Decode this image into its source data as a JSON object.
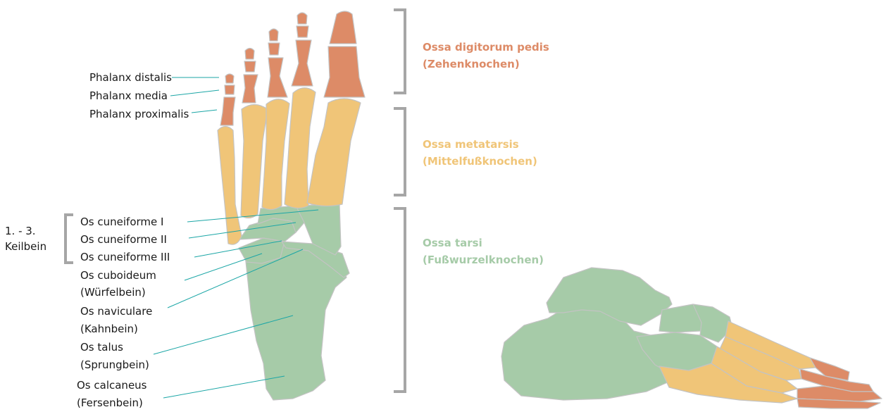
{
  "colors": {
    "toe": "#dd8b67",
    "metatarsal": "#f0c578",
    "tarsal": "#a6cba8",
    "outline": "#c3c3c3",
    "leader": "#1ba6a6",
    "bracket": "#a6a6a6"
  },
  "groups": {
    "digits": {
      "line1": "Ossa digitorum pedis",
      "line2": "(Zehenknochen)"
    },
    "metatarsus": {
      "line1": "Ossa metatarsis",
      "line2": "(Mittelfußknochen)"
    },
    "tarsus": {
      "line1": "Ossa tarsi",
      "line2": "(Fußwurzelknochen)"
    }
  },
  "keilbein": {
    "line1": "1. - 3.",
    "line2": "Keilbein"
  },
  "labels": {
    "phalanx_distalis": "Phalanx distalis",
    "phalanx_media": "Phalanx media",
    "phalanx_proximalis": "Phalanx proximalis",
    "cuneiforme_1": "Os cuneiforme I",
    "cuneiforme_2": "Os cuneiforme II",
    "cuneiforme_3": "Os cuneiforme III",
    "cuboideum": "Os cuboideum",
    "cuboideum_de": "(Würfelbein)",
    "naviculare": "Os naviculare",
    "naviculare_de": "(Kahnbein)",
    "talus": "Os talus",
    "talus_de": "(Sprungbein)",
    "calcaneus": "Os calcaneus",
    "calcaneus_de": "(Fersenbein)"
  }
}
